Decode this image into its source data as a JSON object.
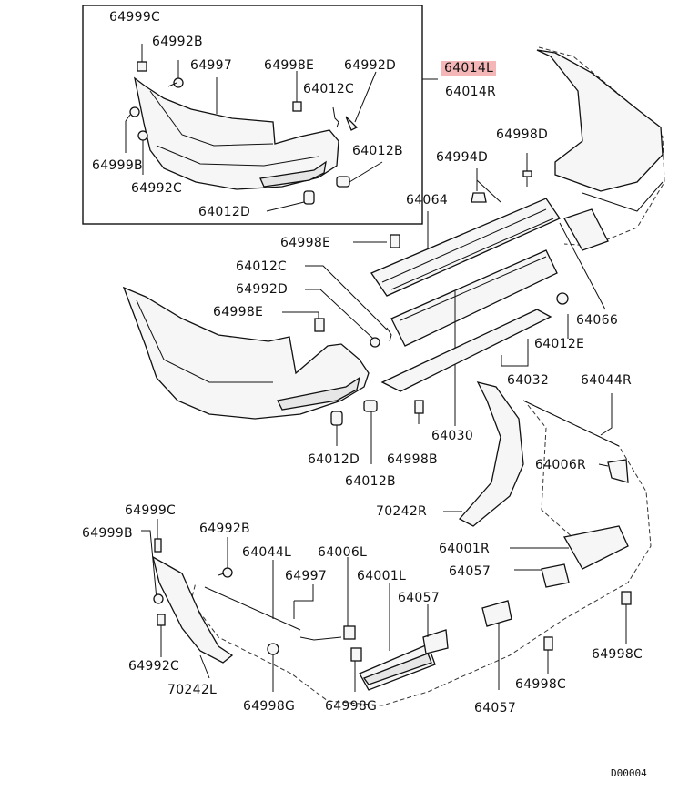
{
  "labels": {
    "l64999C_a": "64999C",
    "l64992B_a": "64992B",
    "l64997_a": "64997",
    "l64998E_a": "64998E",
    "l64992D_a": "64992D",
    "l64012C_a": "64012C",
    "l64999B_a": "64999B",
    "l64992C_a": "64992C",
    "l64012B_a": "64012B",
    "l64012D_a": "64012D",
    "l64014L": "64014L",
    "l64014R": "64014R",
    "l64998D": "64998D",
    "l64994D": "64994D",
    "l64064": "64064",
    "l64998E_b": "64998E",
    "l64012C_b": "64012C",
    "l64992D_b": "64992D",
    "l64998E_c": "64998E",
    "l64066": "64066",
    "l64012E": "64012E",
    "l64032": "64032",
    "l64044R": "64044R",
    "l64030": "64030",
    "l64012D_b": "64012D",
    "l64998B": "64998B",
    "l64012B_b": "64012B",
    "l64006R": "64006R",
    "l70242R": "70242R",
    "l64999C_b": "64999C",
    "l64999B_b": "64999B",
    "l64992B_b": "64992B",
    "l64044L": "64044L",
    "l64006L": "64006L",
    "l64001R": "64001R",
    "l64997_b": "64997",
    "l64001L": "64001L",
    "l64057_a": "64057",
    "l64057_b": "64057",
    "l64057_c": "64057",
    "l64992C_b": "64992C",
    "l70242L": "70242L",
    "l64998G_a": "64998G",
    "l64998G_b": "64998G",
    "l64998C_a": "64998C",
    "l64998C_b": "64998C"
  },
  "diagram_code": "D00004",
  "highlight_color": "#f4b6b6"
}
